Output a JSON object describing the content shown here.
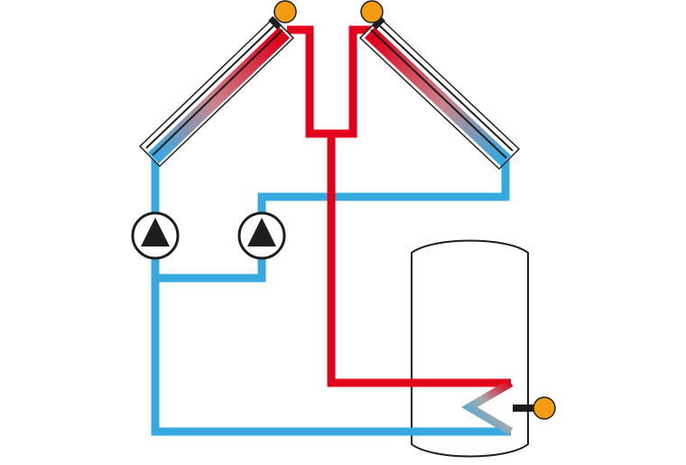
{
  "colors": {
    "hot": "#e2001a",
    "cold": "#36a9e1",
    "sensor": "#f39c12",
    "outline": "#1d1d1b",
    "background": "#ffffff"
  },
  "components": {
    "collectors": [
      {
        "name": "left-solar-collector",
        "icon": "solar-panel"
      },
      {
        "name": "right-solar-collector",
        "icon": "solar-panel"
      }
    ],
    "pumps": [
      {
        "name": "left-circulation-pump",
        "icon": "pump-triangle"
      },
      {
        "name": "right-circulation-pump",
        "icon": "pump-triangle"
      }
    ],
    "storage": {
      "name": "hot-water-storage-tank",
      "icon": "tank"
    },
    "heat_exchanger": {
      "name": "tank-heat-exchanger-coil",
      "icon": "coil"
    },
    "sensors": [
      {
        "name": "left-collector-temperature-sensor",
        "icon": "sensor-dot"
      },
      {
        "name": "right-collector-temperature-sensor",
        "icon": "sensor-dot"
      },
      {
        "name": "tank-temperature-sensor",
        "icon": "sensor-dot"
      }
    ]
  }
}
